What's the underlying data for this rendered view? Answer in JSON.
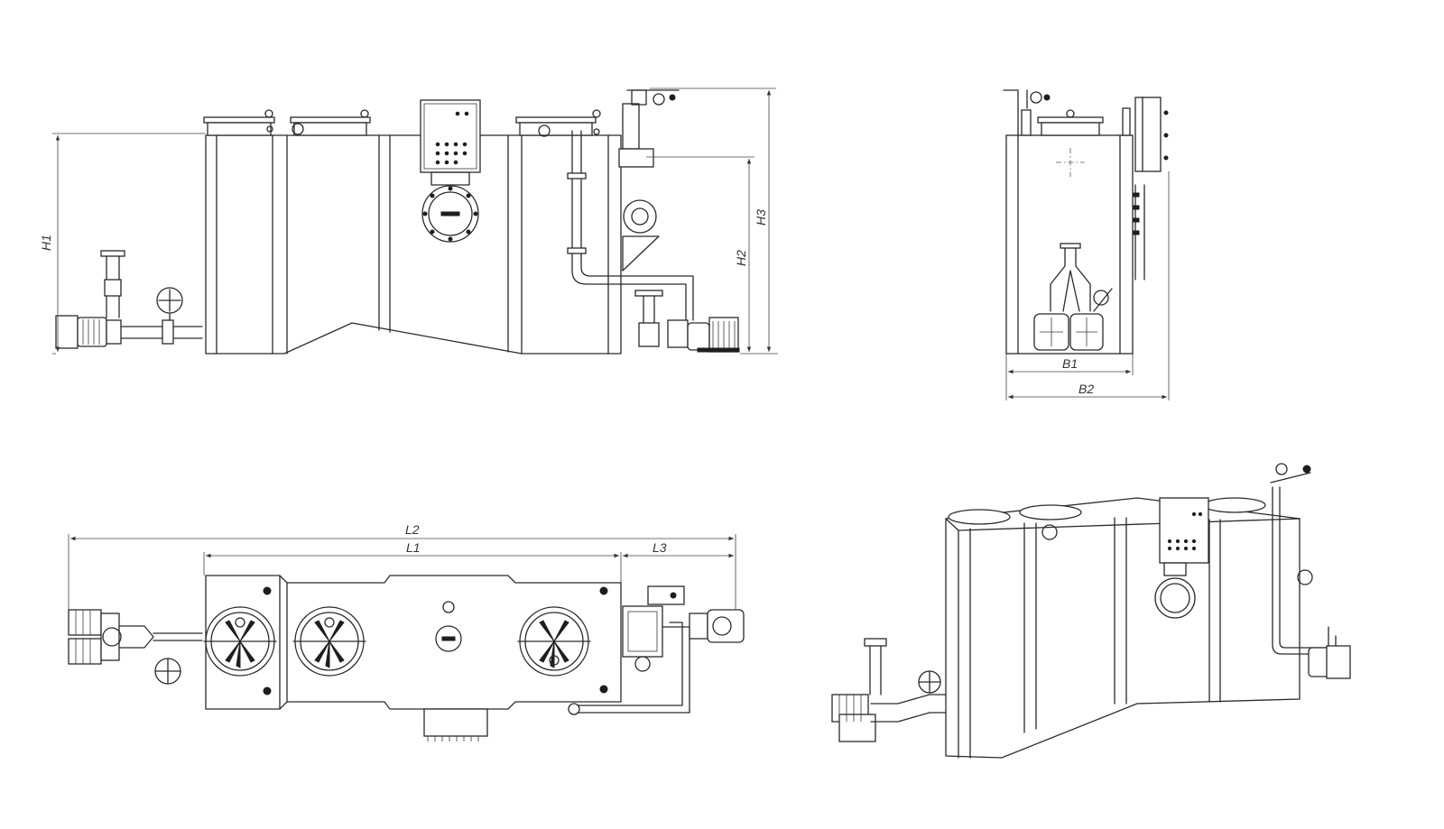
{
  "dimensions": {
    "h1": "H1",
    "h2": "H2",
    "h3": "H3",
    "b1": "B1",
    "b2": "B2",
    "l1": "L1",
    "l2": "L2",
    "l3": "L3"
  },
  "views": [
    "front-elevation",
    "side-elevation",
    "top-plan",
    "isometric"
  ],
  "colors": {
    "line": "#2a2a2a",
    "background": "#ffffff"
  }
}
